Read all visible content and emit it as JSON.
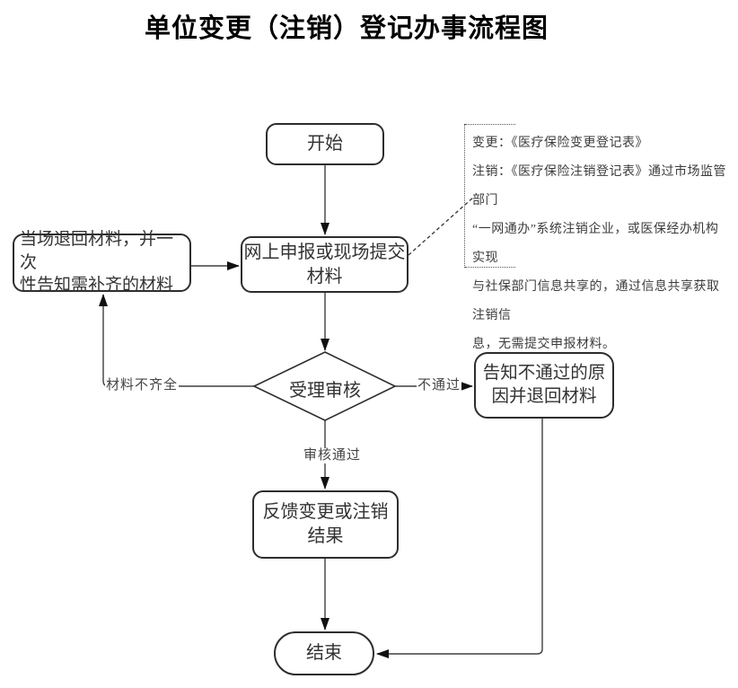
{
  "page": {
    "title": "单位变更（注销）登记办事流程图"
  },
  "colors": {
    "line": "#3f3f3f",
    "node_border": "#2d2d2d",
    "arrowhead": "#111111",
    "text": "#333333",
    "note_text": "#3c3c3c"
  },
  "nodes": {
    "start": {
      "type": "terminator",
      "label": "开始"
    },
    "submit": {
      "type": "process",
      "label": "网上申报或现场提交\n材料"
    },
    "return_materials": {
      "type": "process",
      "label": "当场退回材料，并一次\n性告知需补齐的材料"
    },
    "review": {
      "type": "decision",
      "label": "受理审核"
    },
    "notify_reject": {
      "type": "process",
      "label": "告知不通过的原\n因并退回材料"
    },
    "feedback_result": {
      "type": "process",
      "label": "反馈变更或注销\n结果"
    },
    "end": {
      "type": "terminator",
      "label": "结束"
    }
  },
  "edge_labels": {
    "incomplete": "材料不齐全",
    "rejected": "不通过",
    "approved": "审核通过"
  },
  "note": {
    "lines": [
      "变更：《医疗保险变更登记表》",
      "注销：《医疗保险注销登记表》通过市场监管部门",
      "“一网通办”系统注销企业，或医保经办机构实现",
      "与社保部门信息共享的，通过信息共享获取注销信",
      "息，无需提交申报材料。"
    ]
  }
}
